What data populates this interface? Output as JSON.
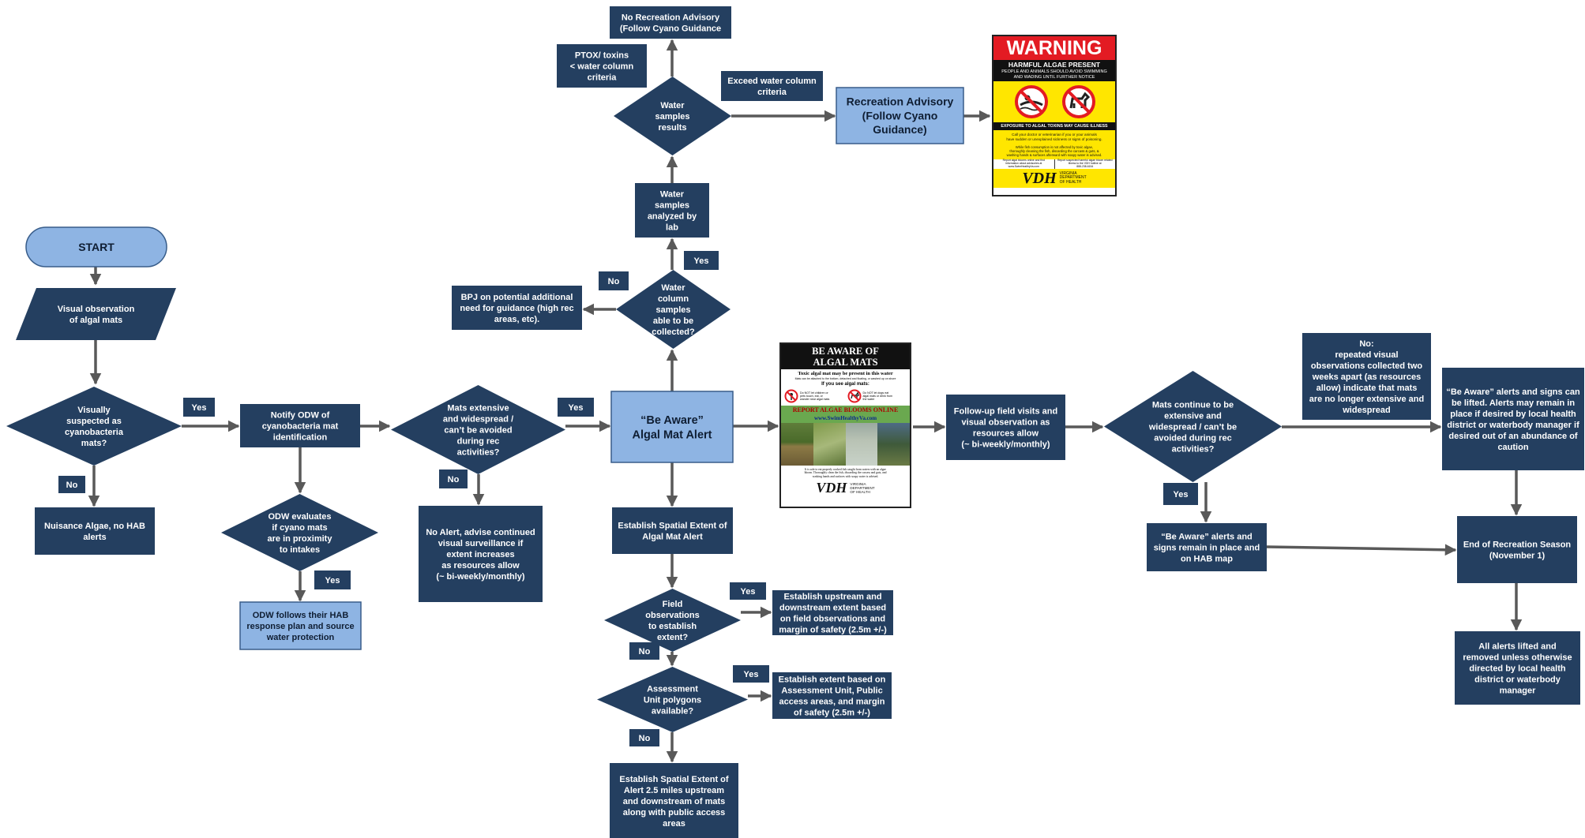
{
  "colors": {
    "dark_node": "#243f60",
    "light_node": "#8eb4e3",
    "arrow": "#595959",
    "warning_red": "#e31b23",
    "warning_yellow": "#ffe600",
    "sign_green": "#6aa84f"
  },
  "nodes": {
    "start": "START",
    "visual_obs": "Visual observation\nof algal mats",
    "visually_suspected": "Visually\nsuspected as\ncyanobacteria\nmats?",
    "nuisance": "Nuisance Algae, no HAB\nalerts",
    "notify_odw": "Notify ODW of\ncyanobacteria mat\nidentification",
    "odw_evaluates": "ODW evaluates\nif cyano mats\nare in proximity\nto intakes",
    "odw_follows": "ODW follows their HAB\nresponse plan and source\nwater protection",
    "mats_extensive": "Mats extensive\nand widespread /\ncan’t be avoided\nduring rec\nactivities?",
    "no_alert": "No Alert, advise continued\nvisual surveillance if\nextent increases\nas resources allow\n(~ bi-weekly/monthly)",
    "be_aware_alert": "“Be Aware”\nAlgal Mat Alert",
    "water_col_q": "Water\ncolumn\nsamples\nable to be\ncollected?",
    "bpj": "BPJ on potential additional\nneed for guidance (high rec\nareas, etc).",
    "water_analyzed": "Water\nsamples\nanalyzed by\nlab",
    "water_results": "Water\nsamples\nresults",
    "ptox": "PTOX/ toxins\n< water column\ncriteria",
    "no_rec_advisory": "No Recreation Advisory\n(Follow Cyano Guidance",
    "exceed": "Exceed water column\ncriteria",
    "rec_advisory": "Recreation Advisory\n(Follow Cyano\nGuidance)",
    "establish_spatial": "Establish Spatial Extent of\nAlgal Mat Alert",
    "field_obs_q": "Field\nobservations\nto establish\nextent?",
    "establish_up": "Establish  upstream and\ndownstream extent based\non field observations and\nmargin of safety (2.5m +/-)",
    "assessment_q": "Assessment\nUnit polygons\navailable?",
    "establish_au": "Establish  extent based on\nAssessment Unit, Public\naccess areas, and margin\nof safety (2.5m +/-)",
    "establish_2_5": "Establish Spatial Extent of\nAlert  2.5 miles upstream\nand downstream of mats\nalong with public access\nareas",
    "followup": "Follow-up field visits and\nvisual observation  as\nresources allow\n(~ bi-weekly/monthly)",
    "mats_continue": "Mats continue to be\nextensive and\nwidespread / can’t be\navoided during rec\nactivities?",
    "no_repeated": "No:\nrepeated visual\nobservations collected two\nweeks apart (as resources\nallow) indicate that mats\nare no longer extensive and\nwidespread",
    "be_aware_lifted": "“Be Aware” alerts and signs can\nbe lifted.  Alerts may remain in\nplace if desired by local health\ndistrict or waterbody manager if\ndesired out of an abundance of\ncaution",
    "be_aware_remain": "“Be Aware” alerts and\nsigns remain in place and\non HAB map",
    "end_season": "End of Recreation Season\n(November 1)",
    "all_lifted": "All alerts lifted and\nremoved unless otherwise\ndirected  by local health\ndistrict or waterbody\nmanager"
  },
  "labels": {
    "yes_suspected": "Yes",
    "no_suspected": "No",
    "yes_odw": "Yes",
    "yes_mats": "Yes",
    "no_mats": "No",
    "yes_water": "Yes",
    "no_water": "No",
    "yes_field": "Yes",
    "no_field": "No",
    "yes_assessment": "Yes",
    "no_assessment": "No",
    "yes_continue": "Yes"
  },
  "warning_sign": {
    "title": "WARNING",
    "subtitle": "HARMFUL ALGAE PRESENT",
    "line1": "PEOPLE AND ANIMALS SHOULD AVOID SWIMMING\nAND WADING UNTIL FURTHER NOTICE",
    "icons": [
      "no-swimming-icon",
      "no-dogs-icon"
    ],
    "exposure": "EXPOSURE TO ALGAL TOXINS MAY CAUSE ILLNESS",
    "body1": "Call your doctor or veterinarian if you or your animals\nhave sudden or unexplained sickness or signs of poisoning.",
    "body2": "While fish consumption is not affected by toxic algae,\nthoroughly cleaning the fish, discarding the carcass & guts, &\nwashing hands & surfaces afterward with soapy water is advised.",
    "footer_left": "Report algal blooms online and find\ninformation about advisories at\nwww.SwimHealthyVa.com",
    "footer_right": "Report suspected harmful algae bloom related\nillness to the VDH hotline at\n888-238-6154",
    "logo": "VDH",
    "dept": "VIRGINIA\nDEPARTMENT\nOF HEALTH"
  },
  "be_aware_sign": {
    "title": "BE AWARE OF\nALGAL MATS",
    "toxic": "Toxic algal mat may be present in this water",
    "small": "Mats can be attached to the bottom, detached and floating, or washed up on shore",
    "if_you_see": "If you see algal mats:",
    "rule1": "Do NOT let children or\npets touch, eat, or\nwander near algal mats",
    "rule2": "Do NOT let dogs eat\nalgal mats or drink from\nthe water",
    "report": "REPORT ALGAE BLOOMS ONLINE",
    "url": "www.SwimHealthyVa.com",
    "fish": "It is safe to eat properly cooked fish caught from waters with an algae\nbloom. Thoroughly clean the fish, discarding the carcass and guts, and\nwashing hands and surfaces with soapy water is advised.",
    "logo": "VDH",
    "dept": "VIRGINIA\nDEPARTMENT\nOF HEALTH"
  }
}
